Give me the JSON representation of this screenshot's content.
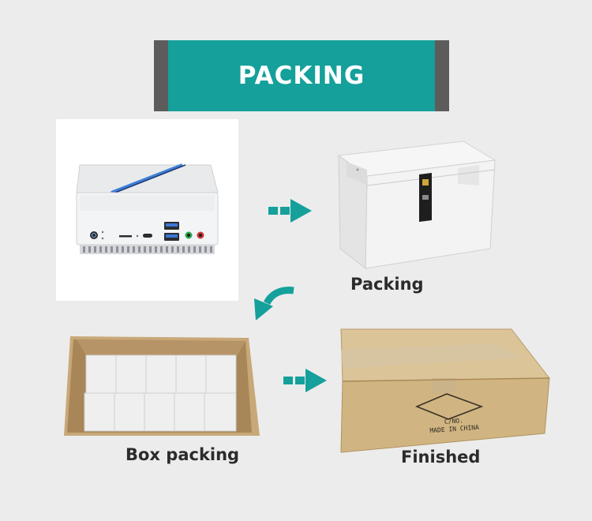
{
  "banner": {
    "title": "PACKING"
  },
  "steps": {
    "packing_label": "Packing",
    "box_packing_label": "Box packing",
    "finished_label": "Finished"
  },
  "carton_marking": {
    "line1": "C/NO.",
    "line2": "MADE IN CHINA"
  },
  "colors": {
    "accent": "#15a09b",
    "banner_frame": "#5c5c5c",
    "background": "#ececec"
  },
  "icons": [
    "arrow-right-icon",
    "curved-arrow-down-left-icon"
  ]
}
